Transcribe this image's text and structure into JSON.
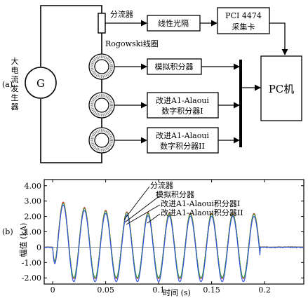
{
  "part_a": {
    "label": "(a)",
    "generator_symbol": "G",
    "generator_label": "大电流发生器",
    "shunt_label": "分流器",
    "rogowski_label": "Rogowski线圈",
    "isolator_label": "线性光隔",
    "daq_label_1": "PCI 4474",
    "daq_label_2": "采集卡",
    "pc_label": "PC机",
    "analog_integrator_label": "模拟积分器",
    "digital_int1_line1": "改进A1-Alaoui",
    "digital_int1_line2": "数字积分器I",
    "digital_int2_line1": "改进A1-Alaoui",
    "digital_int2_line2": "数字积分器II"
  },
  "part_b": {
    "label": "(b)",
    "legend": [
      "分流器",
      "模拟积分器",
      "改进A1-Alaoui积分器I",
      "改进A1-Alaoui积分器II"
    ]
  },
  "chart_data": {
    "type": "line",
    "xlabel": "时间 (s)",
    "ylabel": "幅值 (kA)",
    "x_ticks": [
      "0",
      "0.05",
      "0.1",
      "0.15",
      "0.2"
    ],
    "x_tick_values": [
      0,
      0.05,
      0.1,
      0.15,
      0.2
    ],
    "y_ticks": [
      "4.00",
      "3.00",
      "2.00",
      "1.00",
      "0",
      "-1.00",
      "-2.00"
    ],
    "y_tick_values": [
      4,
      3,
      2,
      1,
      0,
      -1,
      -2
    ],
    "xlim": [
      -0.008,
      0.237
    ],
    "ylim": [
      -2.4,
      4.4
    ],
    "frequency_hz": 50,
    "signal_start_s": 0,
    "signal_end_s": 0.196,
    "series": [
      {
        "name": "分流器",
        "color": "#222222",
        "peak_first": 3.2,
        "peak_steady": 2.15,
        "trough_steady": -2.0,
        "offset_decay_s": 0.03,
        "noise_kA": 0.03
      },
      {
        "name": "模拟积分器",
        "color": "#d63a2a",
        "peak_first": 3.25,
        "peak_steady": 2.2,
        "trough_steady": -2.05,
        "offset_decay_s": 0.03,
        "noise_kA": 0.0
      },
      {
        "name": "改进A1-Alaoui积分器I",
        "color": "#3aa44a",
        "peak_first": 3.15,
        "peak_steady": 2.15,
        "trough_steady": -2.0,
        "offset_decay_s": 0.03,
        "noise_kA": 0.0
      },
      {
        "name": "改进A1-Alaoui积分器II",
        "color": "#2f4fd8",
        "peak_first": 3.05,
        "peak_steady": 2.0,
        "trough_steady": -2.25,
        "offset_decay_s": 0.03,
        "noise_kA": 0.0
      }
    ]
  }
}
